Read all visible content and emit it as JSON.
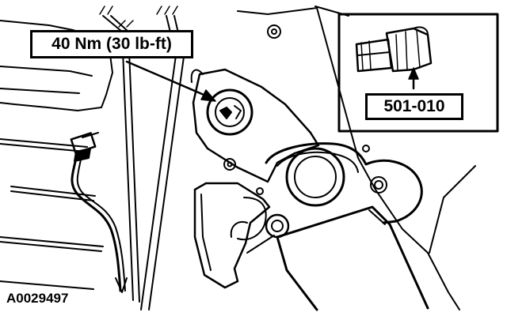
{
  "callouts": {
    "torque_spec": "40 Nm (30 lb-ft)",
    "tool_number": "501-010"
  },
  "figure_id": "A0029497",
  "colors": {
    "ink": "#000000",
    "paper": "#ffffff"
  }
}
